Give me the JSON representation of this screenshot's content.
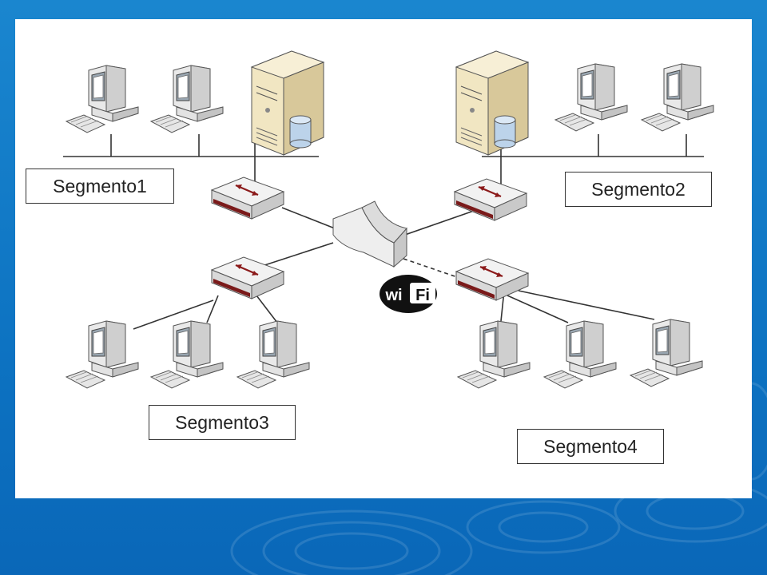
{
  "segments": [
    {
      "label": "Segmento1"
    },
    {
      "label": "Segmento2"
    },
    {
      "label": "Segmento3"
    },
    {
      "label": "Segmento4"
    }
  ],
  "wifi": {
    "text_left": "wi",
    "text_right": "Fi"
  }
}
